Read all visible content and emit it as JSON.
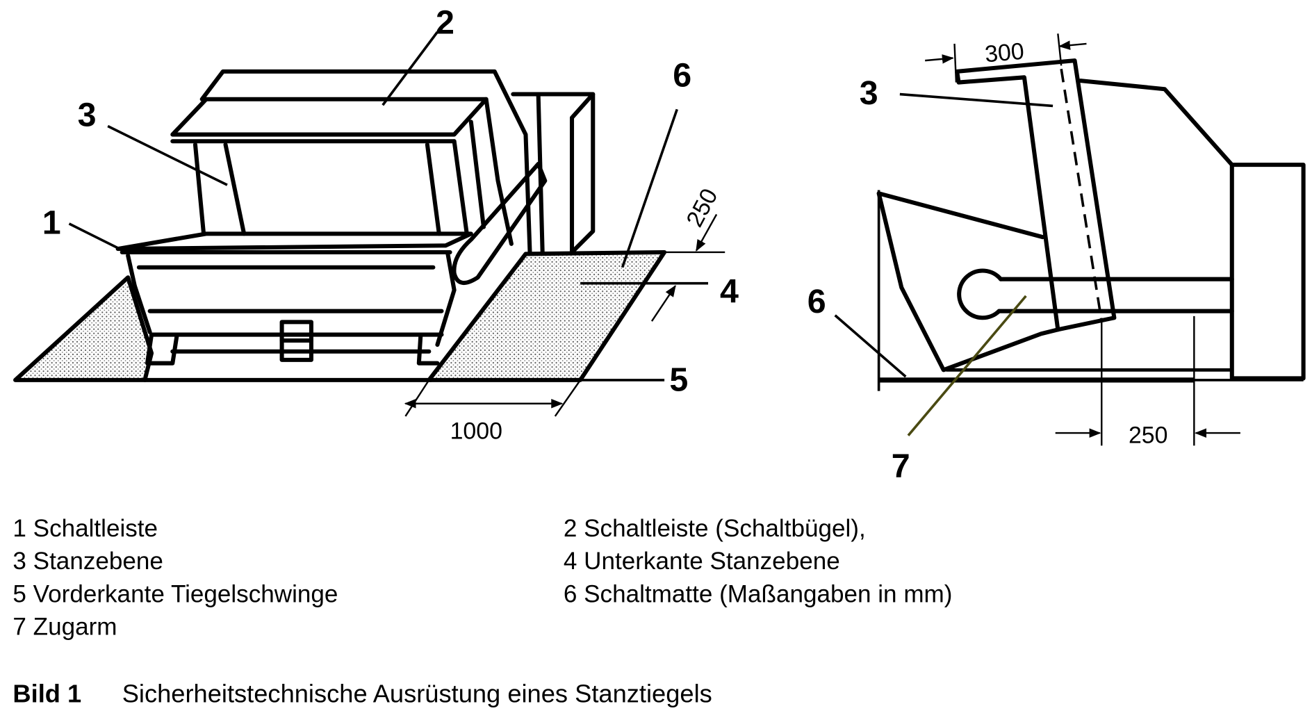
{
  "figure": {
    "callouts": {
      "c1": "1",
      "c2": "2",
      "c3_left": "3",
      "c4": "4",
      "c5": "5",
      "c6_left": "6",
      "c3_right": "3",
      "c6_right": "6",
      "c7": "7"
    },
    "dimensions": {
      "left_250": "250",
      "left_1000": "1000",
      "right_300": "300",
      "right_250": "250"
    },
    "colors": {
      "line": "#000000",
      "arm_pointer": "#4a4a12",
      "mat_dots": "#555555"
    }
  },
  "legend": [
    "1 Schaltleiste",
    "2 Schaltleiste (Schaltbügel),",
    "3 Stanzebene",
    "4 Unterkante Stanzebene",
    "5 Vorderkante Tiegelschwinge",
    "6 Schaltmatte (Maßangaben in mm)",
    "7 Zugarm"
  ],
  "caption": {
    "number": "Bild 1",
    "text": "Sicherheitstechnische Ausrüstung eines Stanztiegels"
  }
}
